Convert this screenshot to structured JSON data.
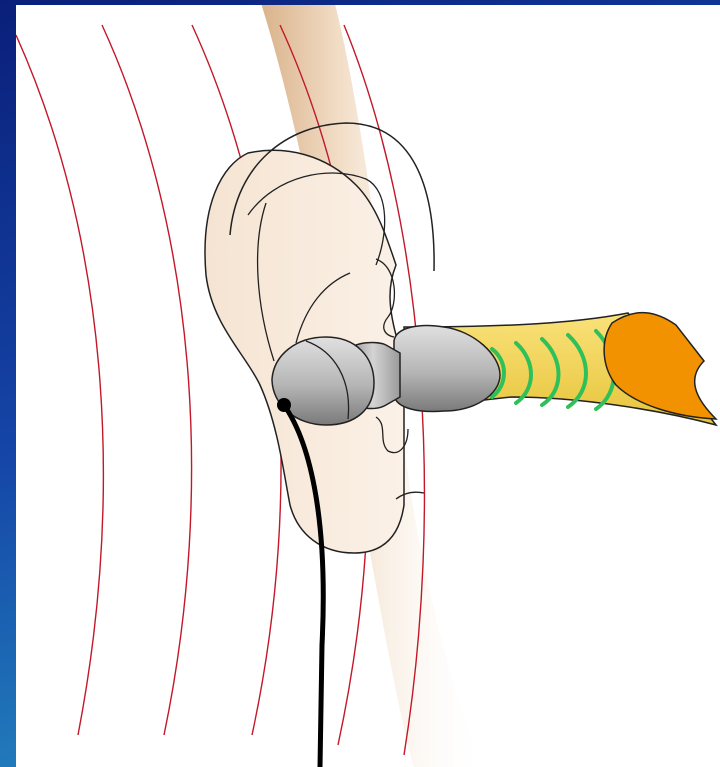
{
  "diagram": {
    "subject": "earbud-in-ear-canal-illustration",
    "icons": [
      "ear-icon",
      "earbud-icon",
      "ear-canal-icon",
      "eardrum-icon",
      "cable-icon",
      "sound-wave-icon"
    ],
    "colors": {
      "frame_top": "#0a1f7a",
      "frame_bottom": "#2aa6c9",
      "canvas": "#ffffff",
      "skin": "#f2ddc6",
      "skin_shadow": "#d9b28a",
      "outline": "#222222",
      "earbud_light": "#e0e0e0",
      "earbud_dark": "#7a7a7a",
      "canal": "#f7dc5c",
      "canal_inner_waves": "#2fc05a",
      "eardrum": "#f39200",
      "outer_waves": "#c2182a",
      "cable": "#000000"
    },
    "outer_wave_count": 5,
    "inner_wave_count": 5
  }
}
